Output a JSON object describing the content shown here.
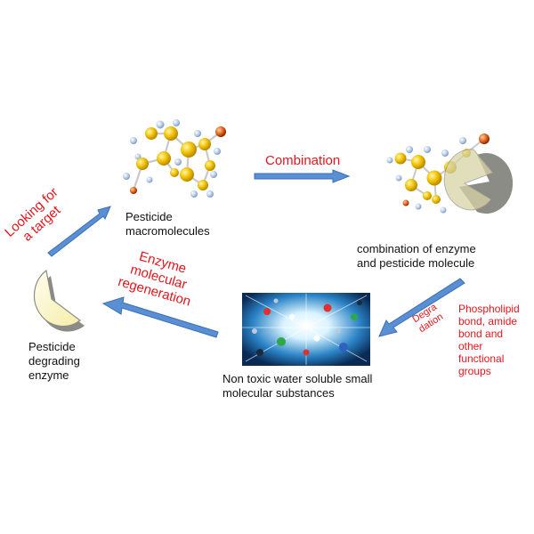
{
  "steps": {
    "looking_for_target": "Looking for\na target",
    "combination": "Combination",
    "enzyme_regeneration": "Enzyme\nmolecular\nregeneration",
    "degradation": "Degra\ndation"
  },
  "nodes": {
    "pesticide": "Pesticide\nmacromolecules",
    "complex": "combination of enzyme\nand pesticide molecule",
    "products": "Non toxic water soluble small\nmolecular substances",
    "enzyme": "Pesticide\ndegrading\nenzyme"
  },
  "bonds_note": "Phospholipid\nbond, amide\nbond and\nother\nfunctional\ngroups",
  "colors": {
    "arrow_fill": "#5b8fd3",
    "arrow_stroke": "#3a6fb8",
    "red_text": "#e8141b",
    "atom_gold": "#f2c200",
    "atom_blue": "#9bb8e0",
    "atom_orange": "#e0601a",
    "enzyme_fill": "#fbf6c3",
    "enzyme_shadow": "#8a8a86"
  }
}
